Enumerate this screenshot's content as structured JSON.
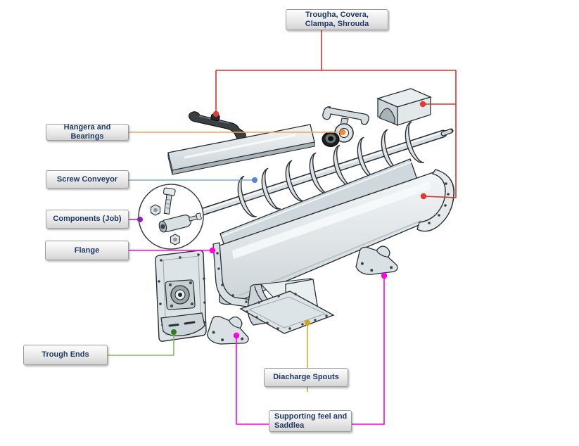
{
  "callouts": {
    "trough_covers": {
      "label": "Trougha, Covera,\nClampa, Shrouda",
      "color": "#d9342b",
      "dot_color": "#e03a30"
    },
    "hangers_bearings": {
      "label": "Hangera and Bearings",
      "color": "#f4a259",
      "dot_color": "#ef8b31"
    },
    "screw_conveyor": {
      "label": "Screw Conveyor",
      "color": "#7aa6e0",
      "dot_color": "#4f86d8"
    },
    "components_job": {
      "label": "Components (Job)",
      "color": "#9b30c9",
      "dot_color": "#8b21bd"
    },
    "flange": {
      "label": "Flange",
      "color": "#ff00e1",
      "dot_color": "#ff00e1"
    },
    "trough_ends": {
      "label": "Trough Ends",
      "color": "#8ab56a",
      "dot_color": "#2f7d1e"
    },
    "discharge_spouts": {
      "label": "Diacharge Spouts",
      "color": "#dcab1e",
      "dot_color": "#d6a31a"
    },
    "supporting_feet": {
      "label": "Supporting feel and\nSaddlea",
      "color": "#ff00e1",
      "dot_color": "#ff00e1"
    }
  },
  "label_style": {
    "text_color": "#1f3864",
    "border_color": "#9c9c9c"
  }
}
